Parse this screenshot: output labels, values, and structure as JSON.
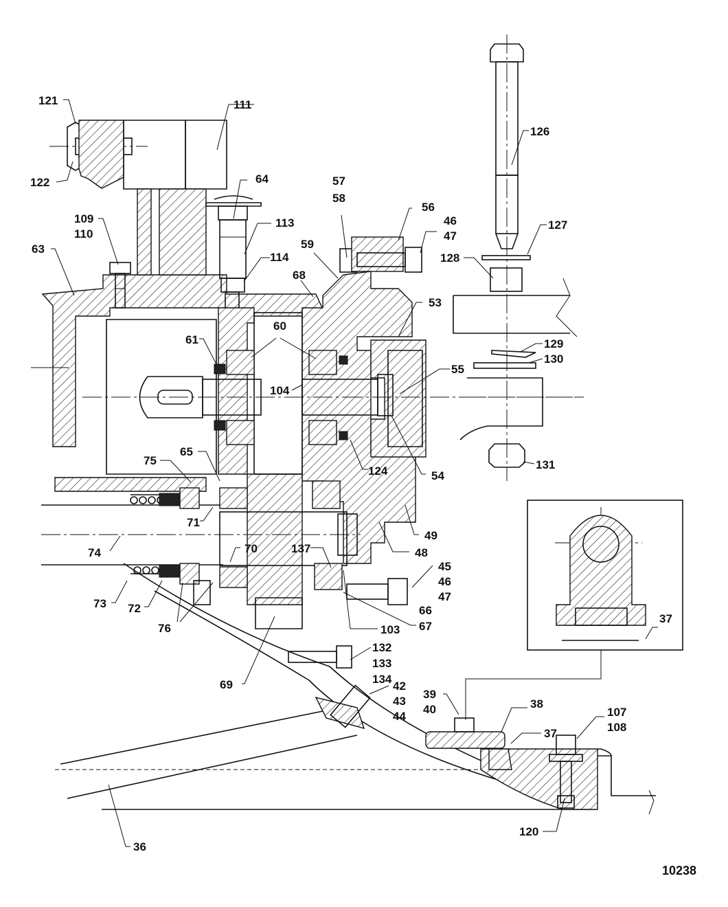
{
  "figure_number": "10238",
  "callouts": {
    "c121": "121",
    "c122": "122",
    "c111": "111",
    "c109": "109",
    "c110": "110",
    "c63": "63",
    "c64": "64",
    "c113": "113",
    "c114": "114",
    "c57": "57",
    "c58": "58",
    "c56": "56",
    "c46a": "46",
    "c47a": "47",
    "c59": "59",
    "c68": "68",
    "c60": "60",
    "c61": "61",
    "c104": "104",
    "c53": "53",
    "c55": "55",
    "c124": "124",
    "c54": "54",
    "c75": "75",
    "c65": "65",
    "c71": "71",
    "c74": "74",
    "c70": "70",
    "c137": "137",
    "c49": "49",
    "c48": "48",
    "c45": "45",
    "c46b": "46",
    "c47b": "47",
    "c66": "66",
    "c67": "67",
    "c103": "103",
    "c73": "73",
    "c72": "72",
    "c76": "76",
    "c69": "69",
    "c132": "132",
    "c133": "133",
    "c134": "134",
    "c42": "42",
    "c43": "43",
    "c44": "44",
    "c39": "39",
    "c40": "40",
    "c38": "38",
    "c37a": "37",
    "c37b": "37",
    "c107": "107",
    "c108": "108",
    "c120": "120",
    "c36": "36",
    "c126": "126",
    "c127": "127",
    "c128": "128",
    "c129": "129",
    "c130": "130",
    "c131": "131"
  }
}
